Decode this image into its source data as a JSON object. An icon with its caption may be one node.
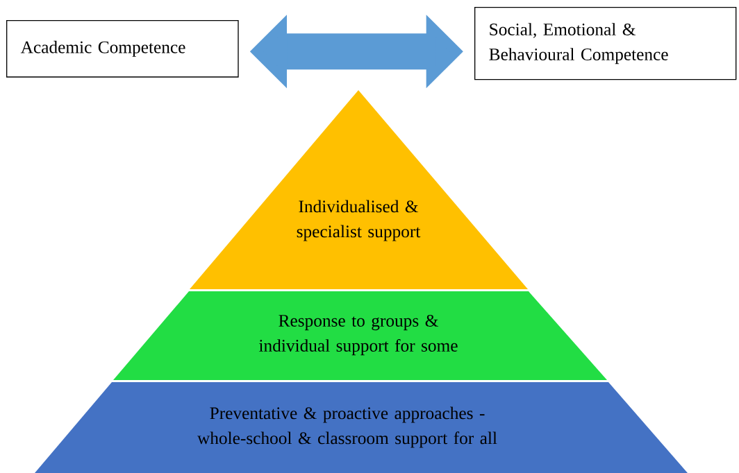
{
  "diagram": {
    "nodes": [
      {
        "text": [
          "Academic Competence"
        ]
      },
      {
        "text": [
          "Social, Emotional & Behavioural Competence"
        ]
      },
      {
        "text": [
          "Individualised & specialist support"
        ]
      },
      {
        "text": [
          "Response to groups & individual support for some"
        ]
      },
      {
        "text": [
          "Preventative & proactive approaches - whole-school & classroom support for all"
        ]
      }
    ],
    "edges": [
      {
        "from": 0,
        "to": 1,
        "arrow": "both"
      }
    ]
  }
}
